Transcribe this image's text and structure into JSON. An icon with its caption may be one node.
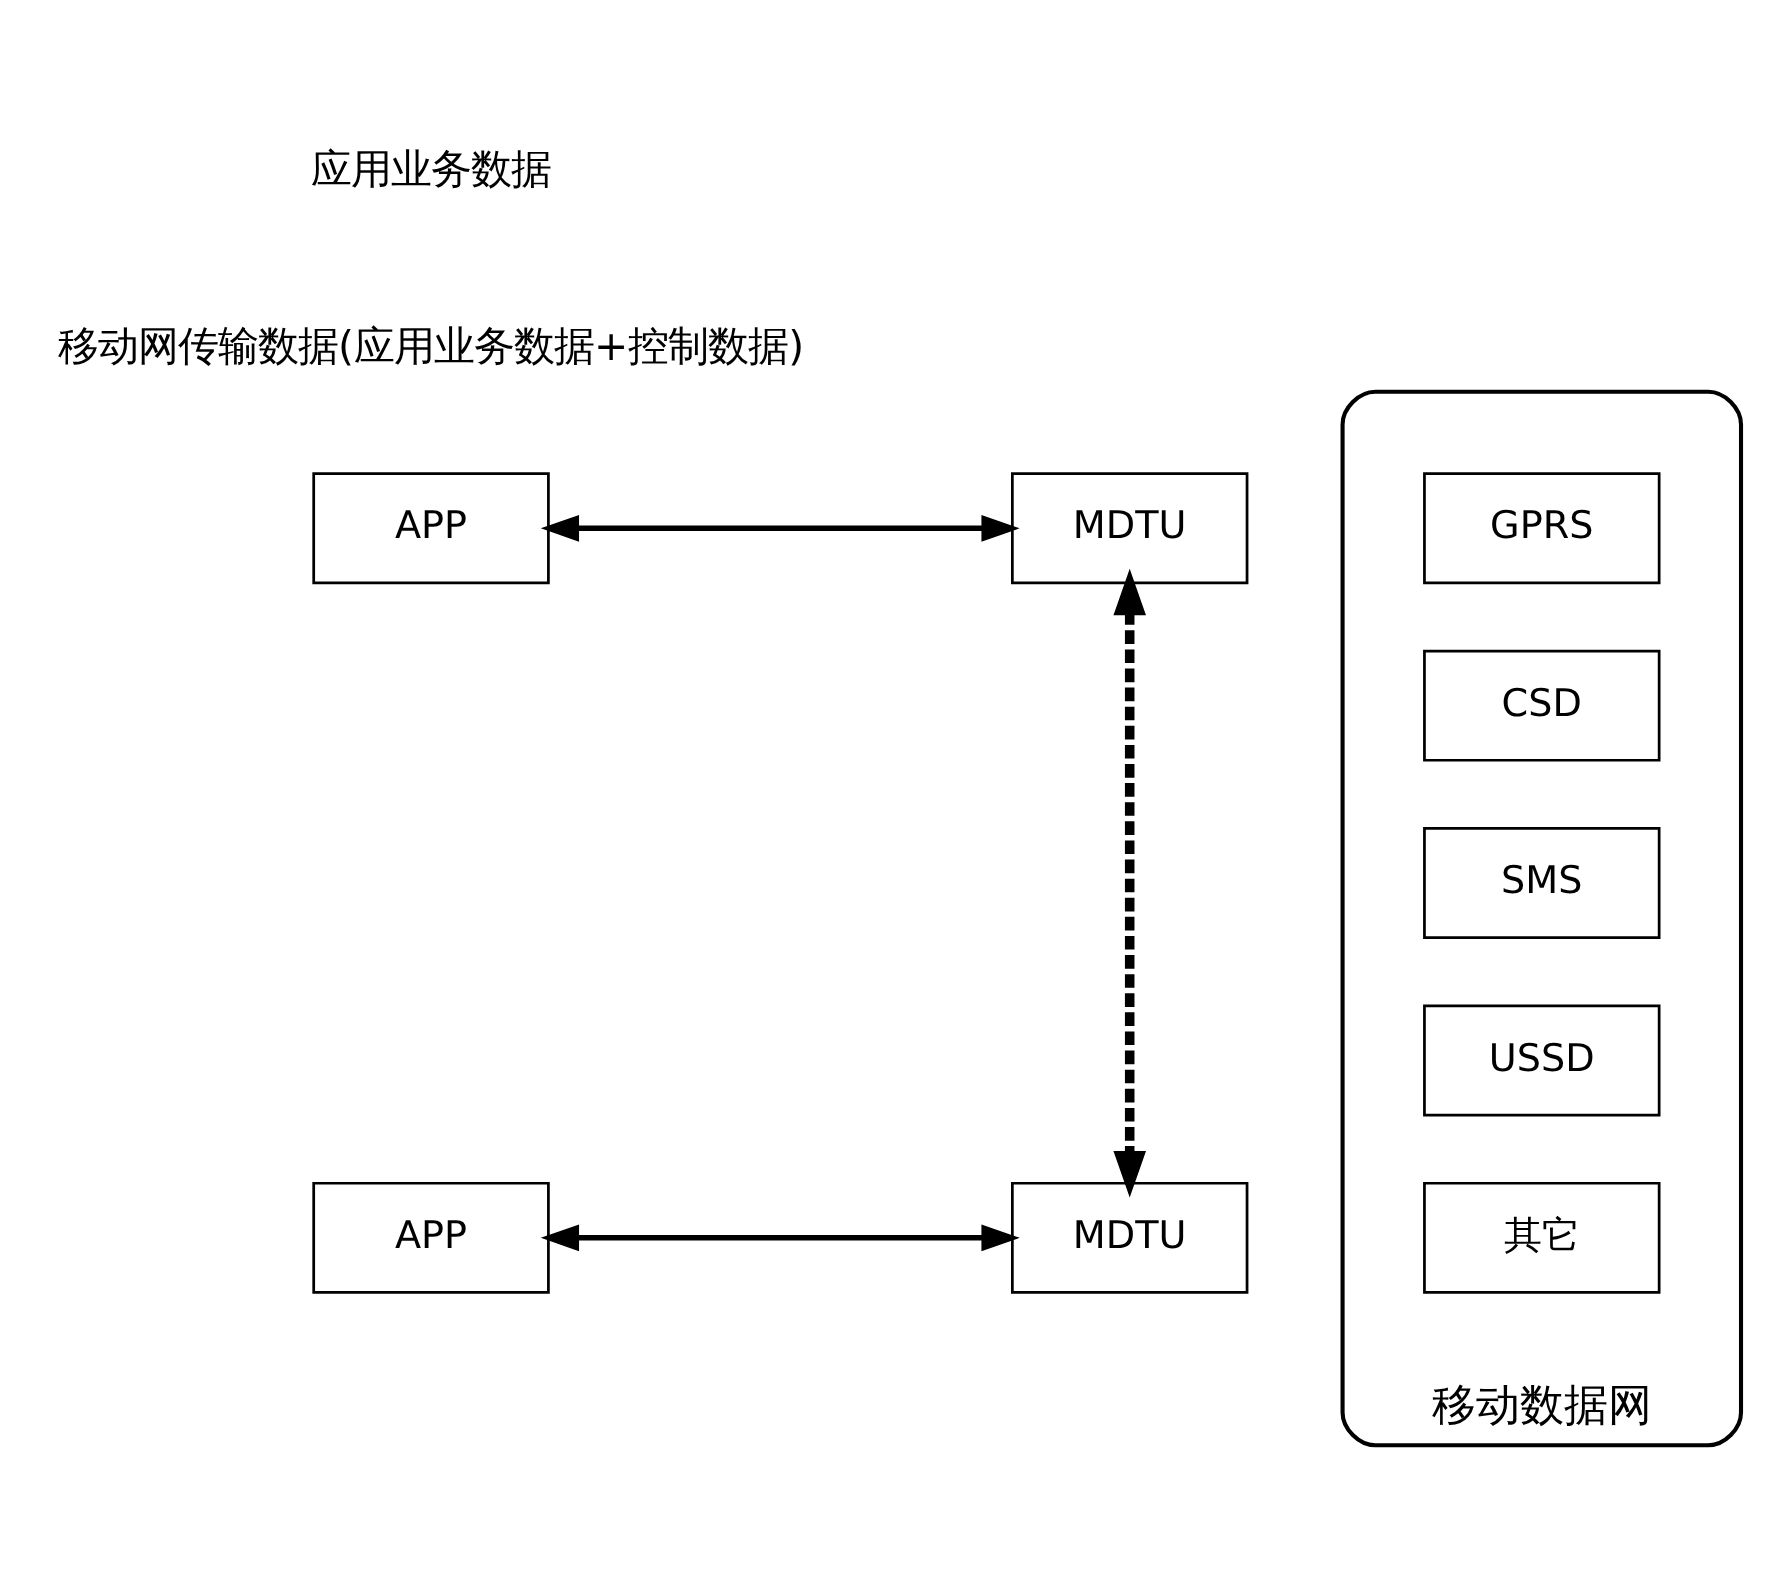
{
  "diagram": {
    "nodes": [
      {
        "text": [
          "APP"
        ]
      },
      {
        "text": [
          "MDTU"
        ]
      },
      {
        "text": [
          "移动数据网"
        ]
      },
      {
        "text": [
          "GPRS"
        ],
        "in": 2
      },
      {
        "text": [
          "CSD"
        ],
        "in": 2
      },
      {
        "text": [
          "SMS"
        ],
        "in": 2
      },
      {
        "text": [
          "USSD"
        ],
        "in": 2
      },
      {
        "text": [
          "其它"
        ],
        "in": 2
      },
      {
        "text": [
          "APP"
        ]
      },
      {
        "text": [
          "MDTU"
        ]
      }
    ],
    "edges": [
      {
        "from": 0,
        "to": 1,
        "arrow": "both"
      },
      {
        "from": 1,
        "to": 9,
        "arrow": "both",
        "style": "dashed"
      },
      {
        "from": 8,
        "to": 9,
        "arrow": "both"
      }
    ],
    "legend": [
      {
        "text": "应用业务数据"
      },
      {
        "text": "移动网传输数据(应用业务数据+控制数据)"
      }
    ]
  }
}
